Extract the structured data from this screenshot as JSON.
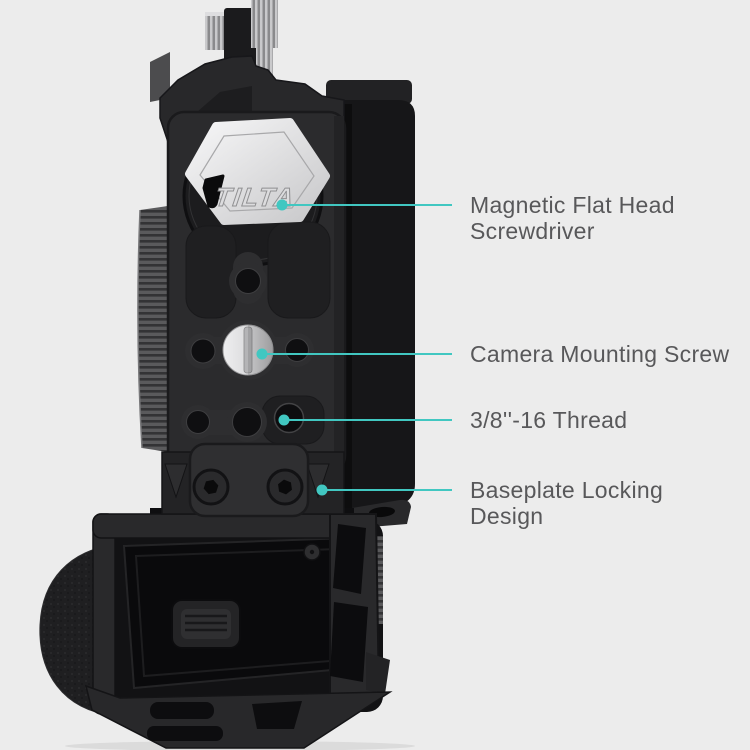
{
  "page": {
    "background_color": "#ECECEC",
    "accent_color": "#41C7C1",
    "label_text_color": "#58585A"
  },
  "product": {
    "description": "Camera cage with baseplate, bottom view, with magnetic screwdriver stored in plate",
    "logo_text": "TILTA",
    "colors": {
      "plate_gray": "#2B2B2D",
      "body_black": "#161618",
      "screwdriver_white": "#E9E9EB",
      "mounting_screw_silver": "#D9D9DB"
    }
  },
  "callouts": [
    {
      "id": "magnetic-flat-head-screwdriver",
      "label": "Magnetic Flat Head Screwdriver",
      "line1": "Magnetic Flat Head",
      "line2": "Screwdriver"
    },
    {
      "id": "camera-mounting-screw",
      "label": "Camera Mounting Screw",
      "line1": "Camera Mounting Screw",
      "line2": ""
    },
    {
      "id": "three-eighths-16-thread",
      "label": "3/8''-16 Thread",
      "line1": "3/8''-16 Thread",
      "line2": ""
    },
    {
      "id": "baseplate-locking-design",
      "label": "Baseplate Locking Design",
      "line1": "Baseplate Locking",
      "line2": "Design"
    }
  ]
}
